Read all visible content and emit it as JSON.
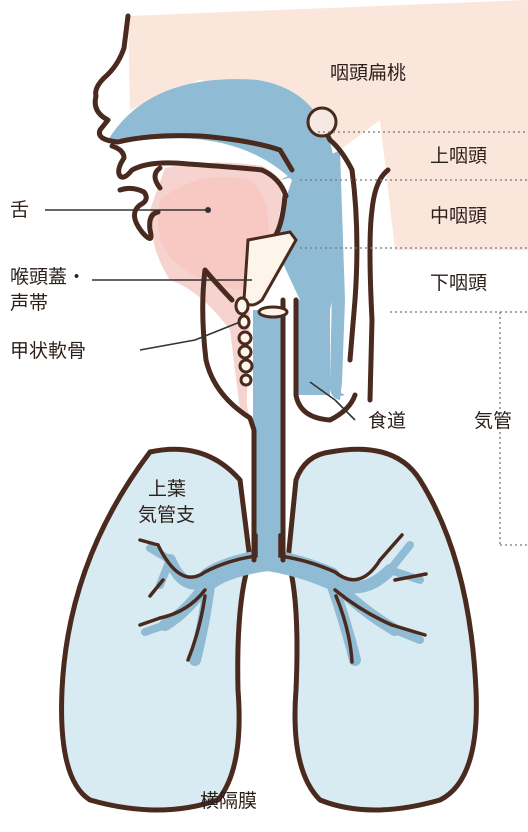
{
  "labels": {
    "adenoid": "咽頭扁桃",
    "tongue": "舌",
    "epiglottis_line1": "喉頭蓋・",
    "epiglottis_line2": "声帯",
    "thyroid_cartilage": "甲状軟骨",
    "epipharynx": "上咽頭",
    "mesopharynx": "中咽頭",
    "hypopharynx": "下咽頭",
    "esophagus": "食道",
    "trachea": "気管",
    "upper_lobe_line1": "上葉",
    "upper_lobe_line2": "気管支",
    "diaphragm": "横隔膜"
  },
  "colors": {
    "outline": "#4a2a1e",
    "airway_blue": "#8fbcd4",
    "lung_fill": "#d8ebf2",
    "pink": "#f6d3cf",
    "skin": "#fbe6dc",
    "leader": "#333333",
    "dotted": "#777777"
  }
}
